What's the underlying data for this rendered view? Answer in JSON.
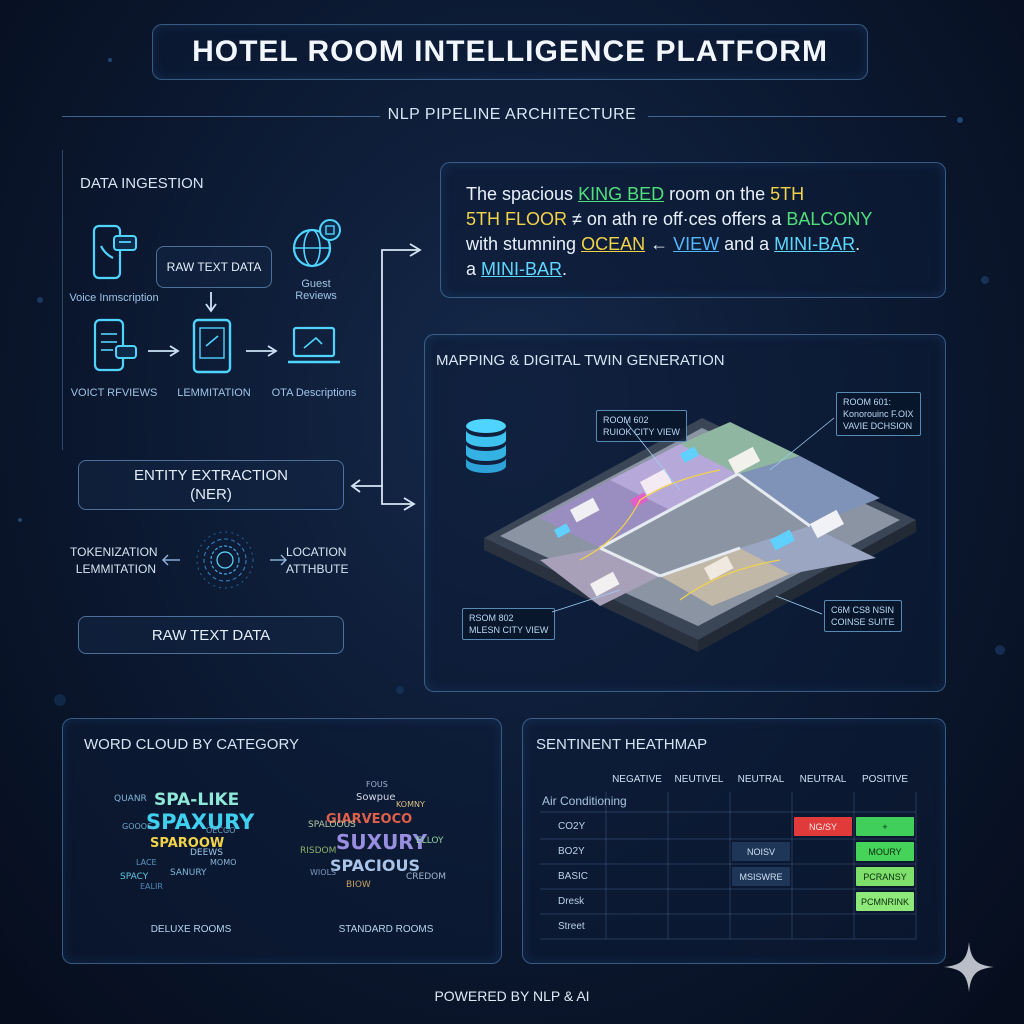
{
  "header": {
    "title": "HOTEL ROOM INTELLIGENCE PLATFORM",
    "subtitle": "NLP PIPELINE ARCHITECTURE"
  },
  "ingestion": {
    "section_title": "DATA INGESTION",
    "raw_text_top": "RAW TEXT DATA",
    "voice_transcription": "Voice Inmscription",
    "guest_reviews": "Guest\nReviews",
    "voice_reviews": "VOICT RFVIEWS",
    "lemmitation": "LEMMITATION",
    "ota_descriptions": "OTA Descriptions",
    "entity_extraction": "ENTITY EXTRACTION\n(NER)",
    "tokenization": "TOKENIZATION\nLEMMITATION",
    "location_attribute": "LOCATION\nATTHBUTE",
    "raw_text_bottom": "RAW TEXT DATA"
  },
  "highlight_text": {
    "l1_a": "The spacious ",
    "l1_king": "KING BED",
    "l1_b": " room on the ",
    "l1_5th": "5TH",
    "l2_floor": "5TH FLOOR",
    "l2_a": " ≠ on ath re off·ces offers a ",
    "l2_balcony": "BALCONY",
    "l3_a": "with stumning ",
    "l3_ocean": "OCEAN",
    "l3_b": " ← ",
    "l3_view": "VIEW",
    "l3_c": " and a ",
    "l3_minibar": "MINI-BAR",
    "l3_d": ".",
    "l4_a": "a ",
    "l4_minibar": "MINI-BAR",
    "l4_b": "."
  },
  "mapping": {
    "section_title": "MAPPING & DIGITAL TWIN GENERATION",
    "tag_top_left": "ROOM 602\nRUIOK CITY VIEW",
    "tag_top_right": "ROOM 601:\nKonorouinc F.OIX\nVAVIE DCHSION",
    "tag_bottom_left": "RSOM 802\nMLESN CITY VIEW",
    "tag_bottom_right": "C6M CS8 NSIN\nCOINSE SUITE"
  },
  "word_cloud": {
    "section_title": "WORD CLOUD BY CATEGORY",
    "deluxe_label": "DELUXE ROOMS",
    "standard_label": "STANDARD ROOMS",
    "deluxe_words": [
      "SPA-LIKE",
      "SPAXURY",
      "SPAROOW",
      "QUANR",
      "GOOOS",
      "DEEWS",
      "LACE",
      "SANURY",
      "MOMO",
      "SPACY",
      "OECGO",
      "EALIR"
    ],
    "standard_words": [
      "SUXURY",
      "SPACIOUS",
      "GIARVEOCO",
      "SPALOOUS",
      "Sowpue",
      "RISDOM",
      "CREDOM",
      "BIOW",
      "WIOLS",
      "KOMNY",
      "ELLOY",
      "FOUS"
    ]
  },
  "heatmap": {
    "section_title": "SENTINENT HEATHMAP",
    "columns": [
      "NEGATIVE",
      "NEUTIVEL",
      "NEUTRAL",
      "NEUTRAL",
      "POSITIVE"
    ],
    "group_label": "Air Conditioning",
    "rows": [
      "CO2Y",
      "BO2Y",
      "BASIC",
      "Dresk",
      "Street"
    ],
    "cells": [
      {
        "row": 0,
        "col": 3,
        "text": "NG/SY",
        "color": "#e03a3a"
      },
      {
        "row": 0,
        "col": 4,
        "text": "+",
        "color": "#3fcf5a"
      },
      {
        "row": 1,
        "col": 2,
        "text": "NOISV",
        "color": "#1e3658"
      },
      {
        "row": 1,
        "col": 4,
        "text": "MOURY",
        "color": "#46d35a"
      },
      {
        "row": 2,
        "col": 2,
        "text": "MSISWRE",
        "color": "#1e3658"
      },
      {
        "row": 2,
        "col": 4,
        "text": "PCRANSY",
        "color": "#7ee06a"
      },
      {
        "row": 3,
        "col": 4,
        "text": "PCMNRINK",
        "color": "#8fe87a"
      }
    ]
  },
  "footer": {
    "text": "POWERED BY NLP & AI"
  }
}
